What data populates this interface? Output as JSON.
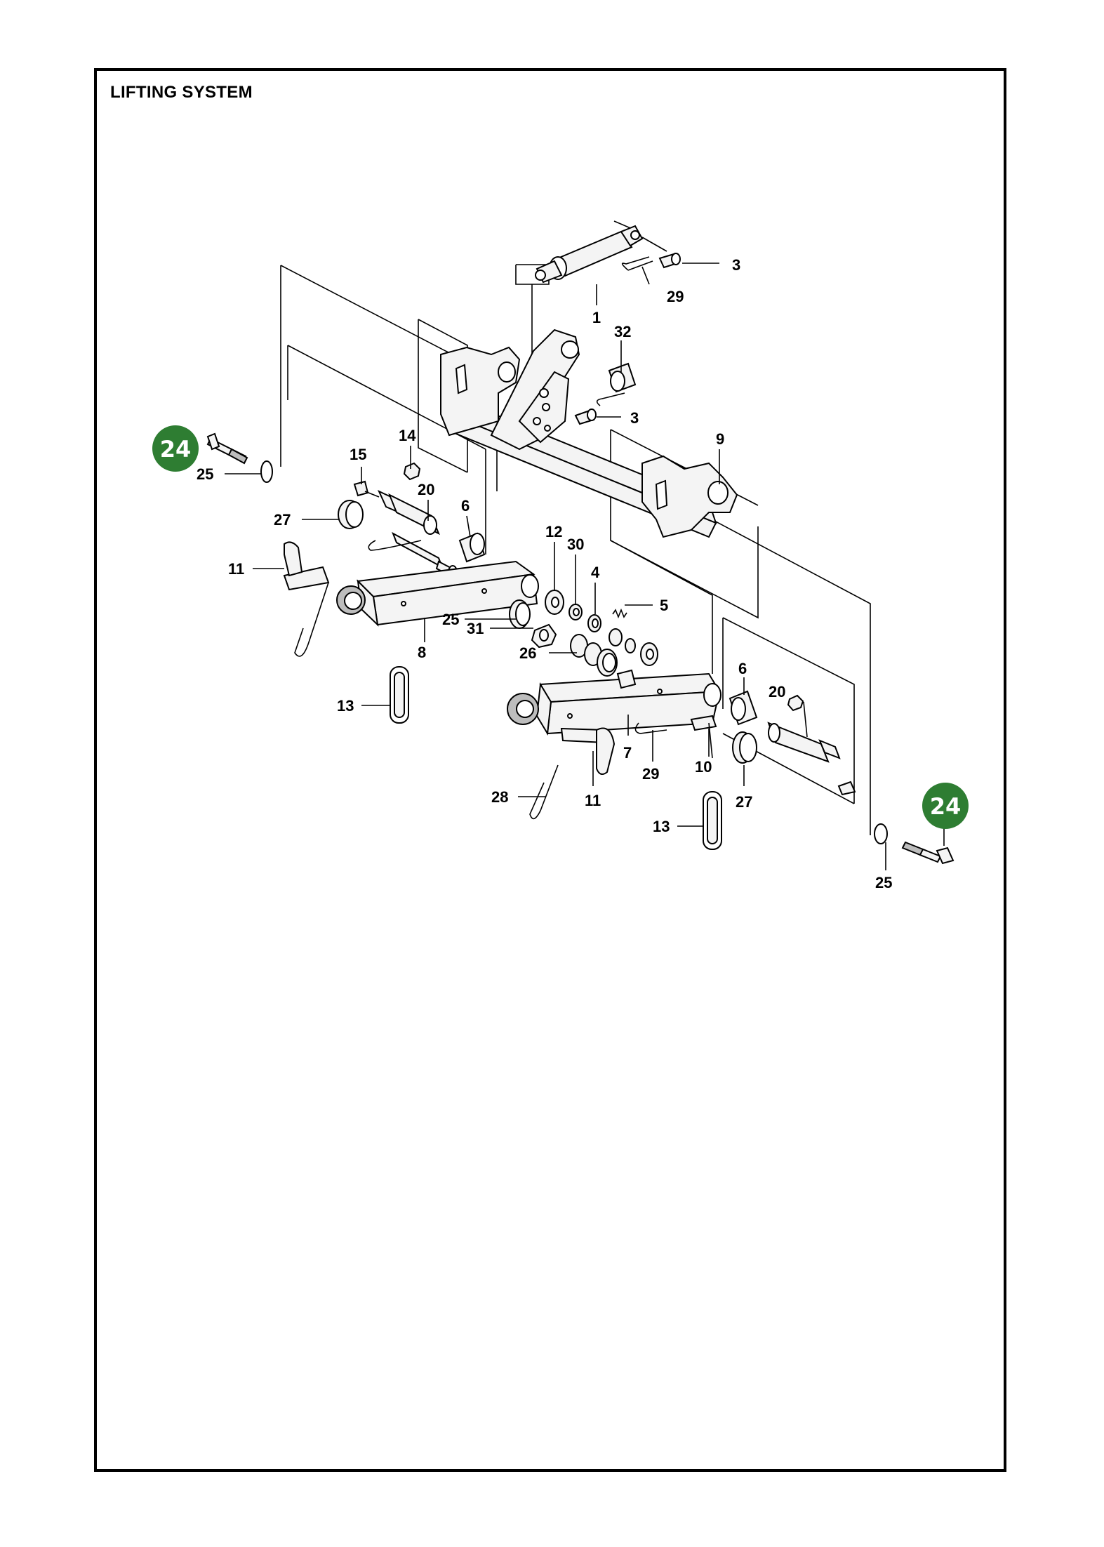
{
  "title": "LIFTING SYSTEM",
  "colors": {
    "highlight": "#2e7d32",
    "stroke": "#000000",
    "background": "#ffffff"
  },
  "labels": {
    "l1": "1",
    "l3a": "3",
    "l3b": "3",
    "l29a": "29",
    "l32": "32",
    "l9": "9",
    "l14": "14",
    "l15": "15",
    "l20a": "20",
    "l6a": "6",
    "l25a": "25",
    "l27a": "27",
    "l11a": "11",
    "l12": "12",
    "l30": "30",
    "l4": "4",
    "l5": "5",
    "l25b": "25",
    "l31": "31",
    "l8": "8",
    "l26": "26",
    "l13a": "13",
    "l6b": "6",
    "l20b": "20",
    "l7": "7",
    "l29b": "29",
    "l10": "10",
    "l27b": "27",
    "l28": "28",
    "l11b": "11",
    "l13b": "13",
    "l25c": "25"
  },
  "highlights": {
    "h24a": "24",
    "h24b": "24"
  }
}
